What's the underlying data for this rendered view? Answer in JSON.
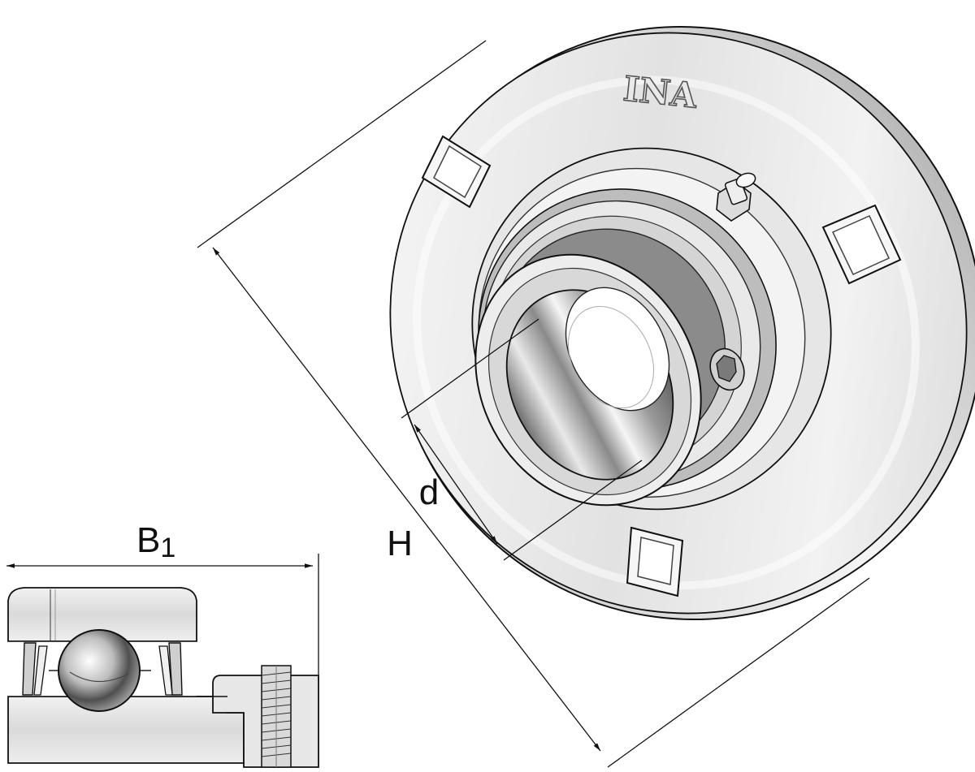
{
  "brand_mark": "INA",
  "labels": {
    "H": "H",
    "d": "d",
    "B": "B",
    "B_sub": "1"
  },
  "colors": {
    "line": "#111111",
    "metal_light": "#f4f4f4",
    "metal_mid": "#c9c9c9",
    "metal_dark": "#7a7a7a",
    "background": "#ffffff"
  }
}
